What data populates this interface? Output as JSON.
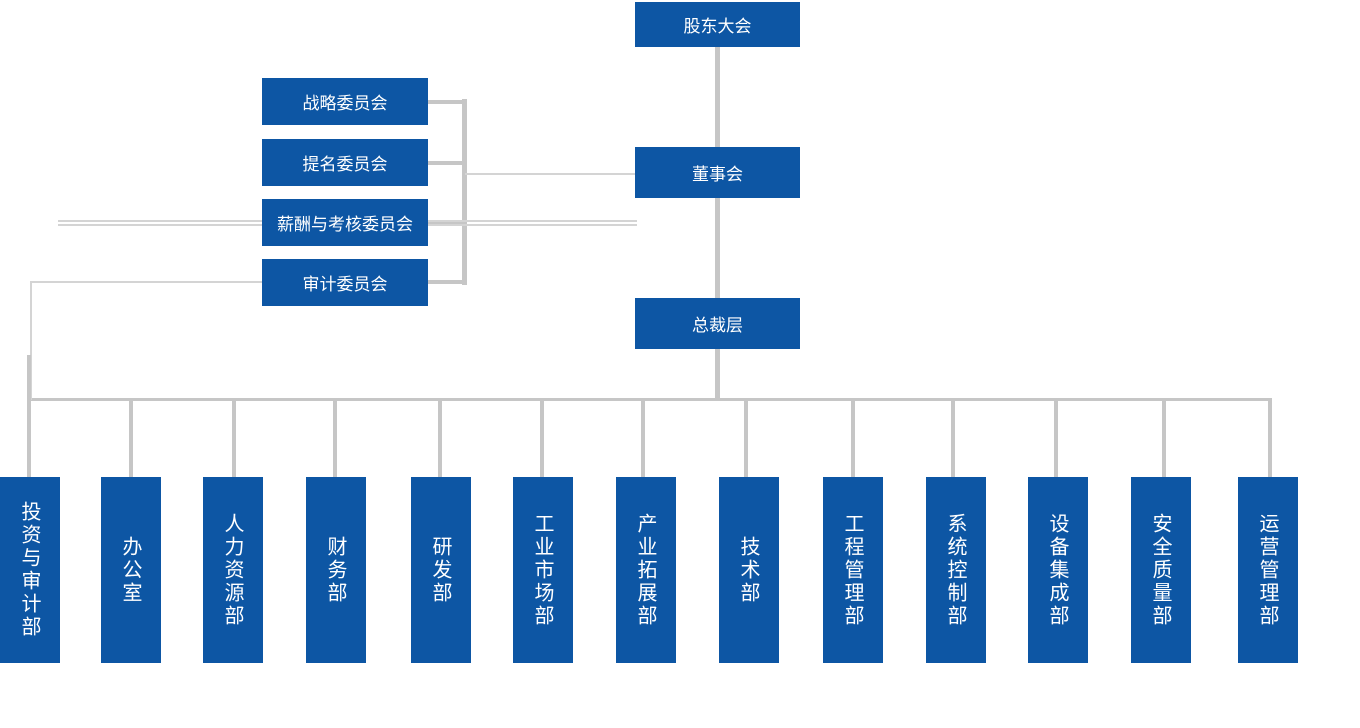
{
  "colors": {
    "primary_blue": "#0d56a4",
    "connector_gray": "#c6c6c6",
    "connector_gray_light": "#d4d4d4",
    "text_white": "#ffffff"
  },
  "hierarchy": {
    "shareholders_meeting": "股东大会",
    "board_of_directors": "董事会",
    "president_level": "总裁层"
  },
  "committees": [
    {
      "label": "战略委员会"
    },
    {
      "label": "提名委员会"
    },
    {
      "label": "薪酬与考核委员会"
    },
    {
      "label": "审计委员会"
    }
  ],
  "departments": [
    {
      "label": "投资与审计部"
    },
    {
      "label": "办公室"
    },
    {
      "label": "人力资源部"
    },
    {
      "label": "财务部"
    },
    {
      "label": "研发部"
    },
    {
      "label": "工业市场部"
    },
    {
      "label": "产业拓展部"
    },
    {
      "label": "技术部"
    },
    {
      "label": "工程管理部"
    },
    {
      "label": "系统控制部"
    },
    {
      "label": "设备集成部"
    },
    {
      "label": "安全质量部"
    },
    {
      "label": "运营管理部"
    }
  ]
}
